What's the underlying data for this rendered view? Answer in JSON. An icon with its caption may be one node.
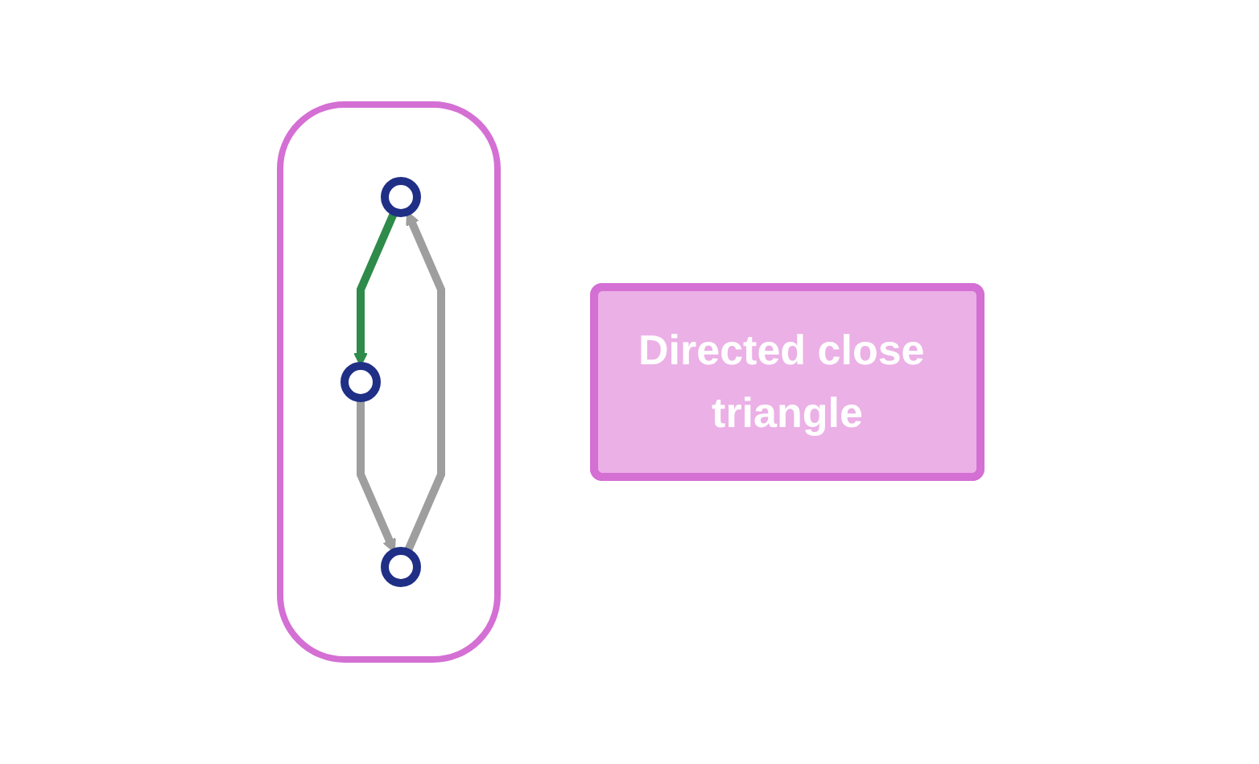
{
  "diagram": {
    "nodes": [
      {
        "text": [],
        "shape": "box"
      },
      {
        "text": [],
        "shape": "circle",
        "in": 0
      },
      {
        "text": [],
        "shape": "circle",
        "in": 0
      },
      {
        "text": [],
        "shape": "circle",
        "in": 0
      },
      {
        "text": [
          "Directed close triangle"
        ]
      }
    ],
    "edges": [
      {
        "from": 1,
        "to": 2,
        "arrow": "to",
        "color": "#2e8b4a"
      },
      {
        "from": 2,
        "to": 3,
        "arrow": "to"
      },
      {
        "from": 3,
        "to": 1,
        "arrow": "to"
      }
    ]
  }
}
